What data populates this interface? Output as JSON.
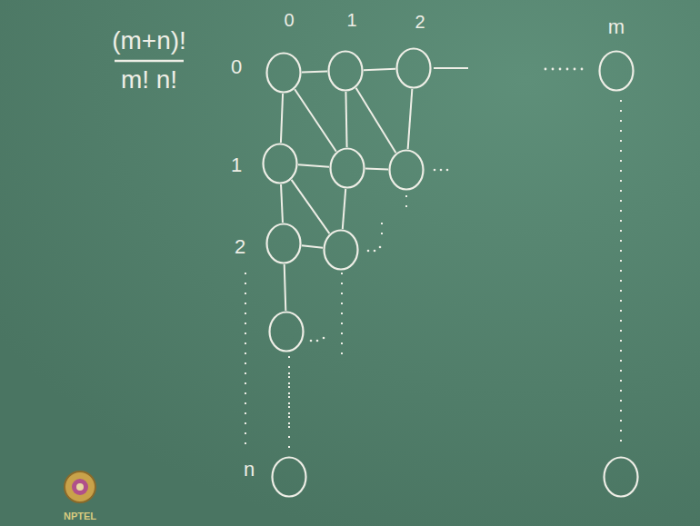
{
  "diagram": {
    "nodes": [
      {
        "text": []
      },
      {
        "text": []
      },
      {
        "text": []
      },
      {
        "text": []
      },
      {
        "text": []
      },
      {
        "text": []
      },
      {
        "text": []
      },
      {
        "text": []
      },
      {
        "text": []
      },
      {
        "text": []
      },
      {
        "text": []
      },
      {
        "text": []
      }
    ],
    "edges": [
      {
        "from": 0,
        "to": 1,
        "arrow": "none"
      },
      {
        "from": 1,
        "to": 2,
        "arrow": "none"
      },
      {
        "from": 0,
        "to": 4,
        "arrow": "none"
      },
      {
        "from": 0,
        "to": 5,
        "arrow": "none"
      },
      {
        "from": 1,
        "to": 5,
        "arrow": "none"
      },
      {
        "from": 1,
        "to": 6,
        "arrow": "none"
      },
      {
        "from": 2,
        "to": 6,
        "arrow": "none"
      },
      {
        "from": 4,
        "to": 5,
        "arrow": "none"
      },
      {
        "from": 5,
        "to": 6,
        "arrow": "none"
      },
      {
        "from": 4,
        "to": 7,
        "arrow": "none"
      },
      {
        "from": 4,
        "to": 8,
        "arrow": "none"
      },
      {
        "from": 5,
        "to": 8,
        "arrow": "none"
      },
      {
        "from": 7,
        "to": 8,
        "arrow": "none"
      },
      {
        "from": 7,
        "to": 9,
        "arrow": "none"
      }
    ],
    "labels": [
      "(m+n)!",
      "m! n!",
      "0",
      "1",
      "2",
      "m",
      "0",
      "1",
      "2",
      "n",
      "NPTEL"
    ]
  }
}
